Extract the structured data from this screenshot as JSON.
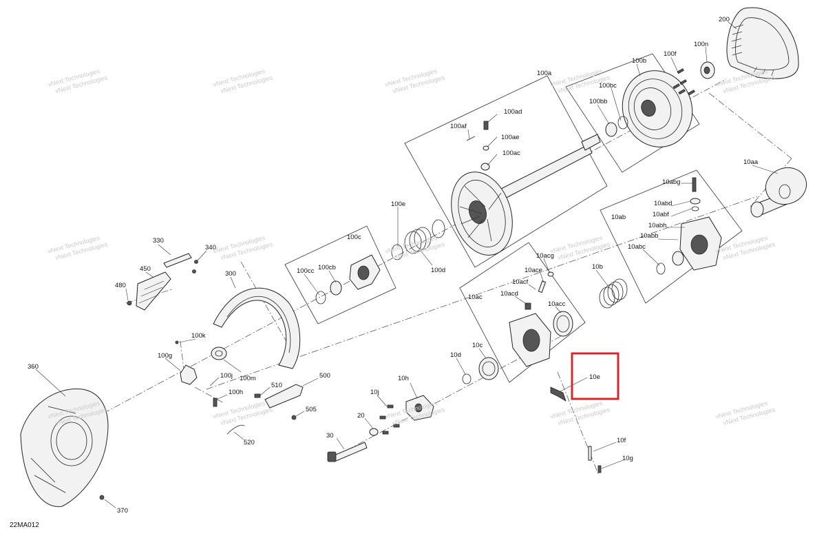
{
  "diagram_code": "22MA012",
  "watermark_text": "vNext Technologies",
  "highlight_color": "#d9262c",
  "highlighted_callout": "10e",
  "callouts": [
    "200",
    "100n",
    "100f",
    "100b",
    "100bc",
    "100bb",
    "100a",
    "100ad",
    "100af",
    "100ae",
    "100ac",
    "10aa",
    "10abg",
    "10abd",
    "10abf",
    "10abh",
    "10ab",
    "10abb",
    "10abc",
    "100e",
    "100c",
    "100cc",
    "100cb",
    "100d",
    "330",
    "340",
    "450",
    "480",
    "300",
    "10acg",
    "10ace",
    "10acf",
    "10acd",
    "10ac",
    "10acc",
    "10b",
    "100k",
    "100g",
    "100j",
    "100m",
    "100h",
    "510",
    "500",
    "505",
    "520",
    "360",
    "370",
    "10d",
    "10c",
    "10h",
    "10j",
    "20",
    "30",
    "10e",
    "10f",
    "10g"
  ]
}
